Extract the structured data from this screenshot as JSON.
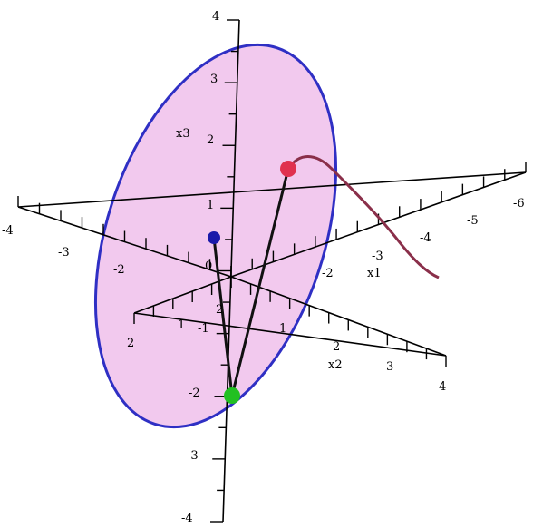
{
  "colors": {
    "ellipse_fill": "#f2c9ee",
    "ellipse_stroke": "#2f2fc4",
    "axis": "#000000",
    "curve": "#8a2f4a",
    "point_red": "#e0314f",
    "point_blue": "#1a1aaa",
    "point_green": "#22c022",
    "segment": "#111111"
  },
  "axes": {
    "x3_label": "x3",
    "x1_label": "x1",
    "x2_label": "x2"
  },
  "ticks": {
    "x3": [
      "4",
      "3",
      "2",
      "1",
      "0",
      "-1",
      "-2",
      "-3",
      "-4"
    ],
    "x1": [
      "-4",
      "-3",
      "-2",
      "2",
      "-2",
      "-3",
      "-4",
      "-5",
      "-6"
    ],
    "x2": [
      "1",
      "2",
      "3",
      "4"
    ],
    "x2_far": [
      "2",
      "1"
    ]
  },
  "points": [
    "red",
    "blue",
    "green"
  ]
}
